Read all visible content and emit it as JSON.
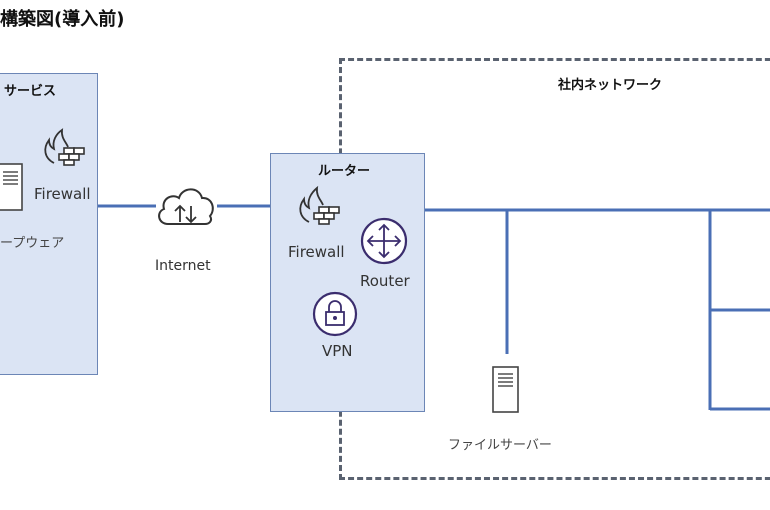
{
  "title": "構築図(導入前)",
  "left_box": {
    "label": "サービス",
    "firewall": "Firewall",
    "software": "ープウェア"
  },
  "internet": {
    "label": "Internet"
  },
  "router_box": {
    "label": "ルーター",
    "firewall": "Firewall",
    "router": "Router",
    "vpn": "VPN"
  },
  "network": {
    "label": "社内ネットワーク",
    "file_server": "ファイルサーバー"
  },
  "colors": {
    "line": "#4a6fb5",
    "box_fill": "#dbe4f4",
    "box_border": "#6c86b6",
    "dashed": "#5a6270",
    "accent_purple": "#3b2d6e"
  },
  "icons": [
    "server-icon",
    "firewall-icon",
    "cloud-icon",
    "router-icon",
    "lock-icon"
  ]
}
